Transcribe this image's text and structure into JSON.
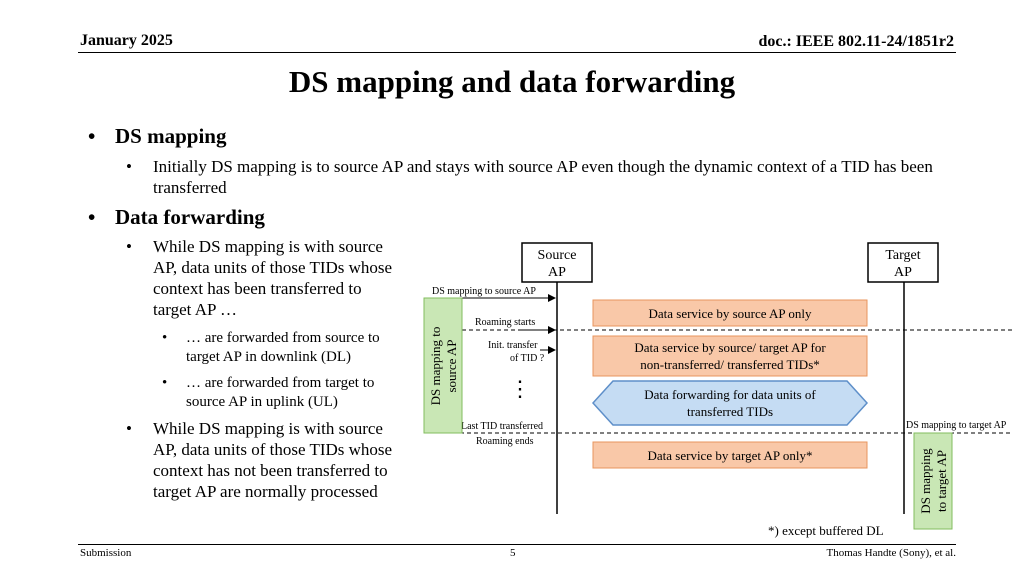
{
  "header": {
    "date": "January 2025",
    "doc_id": "doc.: IEEE 802.11-24/1851r2"
  },
  "title": "DS mapping and data forwarding",
  "bullets": {
    "ds_mapping": {
      "heading": "DS mapping",
      "item1": "Initially DS mapping is to source AP and stays with source AP even though the dynamic context of a TID has been transferred"
    },
    "data_forwarding": {
      "heading": "Data forwarding",
      "item1": "While DS mapping is with source AP, data units of those TIDs whose context has been transferred to target AP …",
      "sub1": "… are forwarded from source to target AP in downlink (DL)",
      "sub2": "… are forwarded from target to source AP in uplink (UL)",
      "item2": "While DS mapping is with source AP, data units of those TIDs whose context has not been transferred to target AP are normally processed"
    }
  },
  "diagram": {
    "source_ap": [
      "Source",
      "AP"
    ],
    "target_ap": [
      "Target",
      "AP"
    ],
    "ds_mapping_source_label": "DS mapping to source AP",
    "ds_mapping_target_label": "DS mapping to target AP",
    "roaming_starts": "Roaming starts",
    "init_transfer": [
      "Init. transfer",
      "of TID ?"
    ],
    "ellipsis": "⋮",
    "last_tid": "Last TID transferred",
    "roaming_ends": "Roaming ends",
    "box_source_only": "Data service by source AP only",
    "box_source_target": [
      "Data service by source/ target AP for",
      "non-transferred/ transferred TIDs*"
    ],
    "box_forwarding": [
      "Data forwarding for data units of",
      "transferred TIDs"
    ],
    "box_target_only": "Data service by target AP only*",
    "vertical_source": [
      "DS mapping to",
      "source AP"
    ],
    "vertical_target": [
      "DS mapping",
      "to target AP"
    ],
    "footnote": "*) except buffered DL",
    "colors": {
      "orange_fill": "#f9c8a8",
      "orange_stroke": "#e8955e",
      "blue_fill": "#c5dcf3",
      "blue_stroke": "#5e8fc9",
      "green_fill": "#c9e7b5",
      "green_stroke": "#82bd5e"
    }
  },
  "footer": {
    "left": "Submission",
    "page": "5",
    "right": "Thomas Handte (Sony), et al."
  }
}
